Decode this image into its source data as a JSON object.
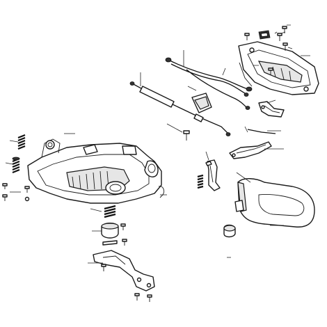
{
  "figure": {
    "type": "exploded-parts-diagram",
    "colors": {
      "line": "#1a1a1a",
      "background": "#ffffff",
      "shade": "#e6e6e6"
    },
    "parts": [
      "front-handle-half",
      "rear-handle-half",
      "main-housing",
      "handle-grip",
      "wire-harness",
      "switch-cable",
      "switch-lever",
      "trigger-lever",
      "safety-lever",
      "cover-plate",
      "knob",
      "springs",
      "screws"
    ]
  }
}
